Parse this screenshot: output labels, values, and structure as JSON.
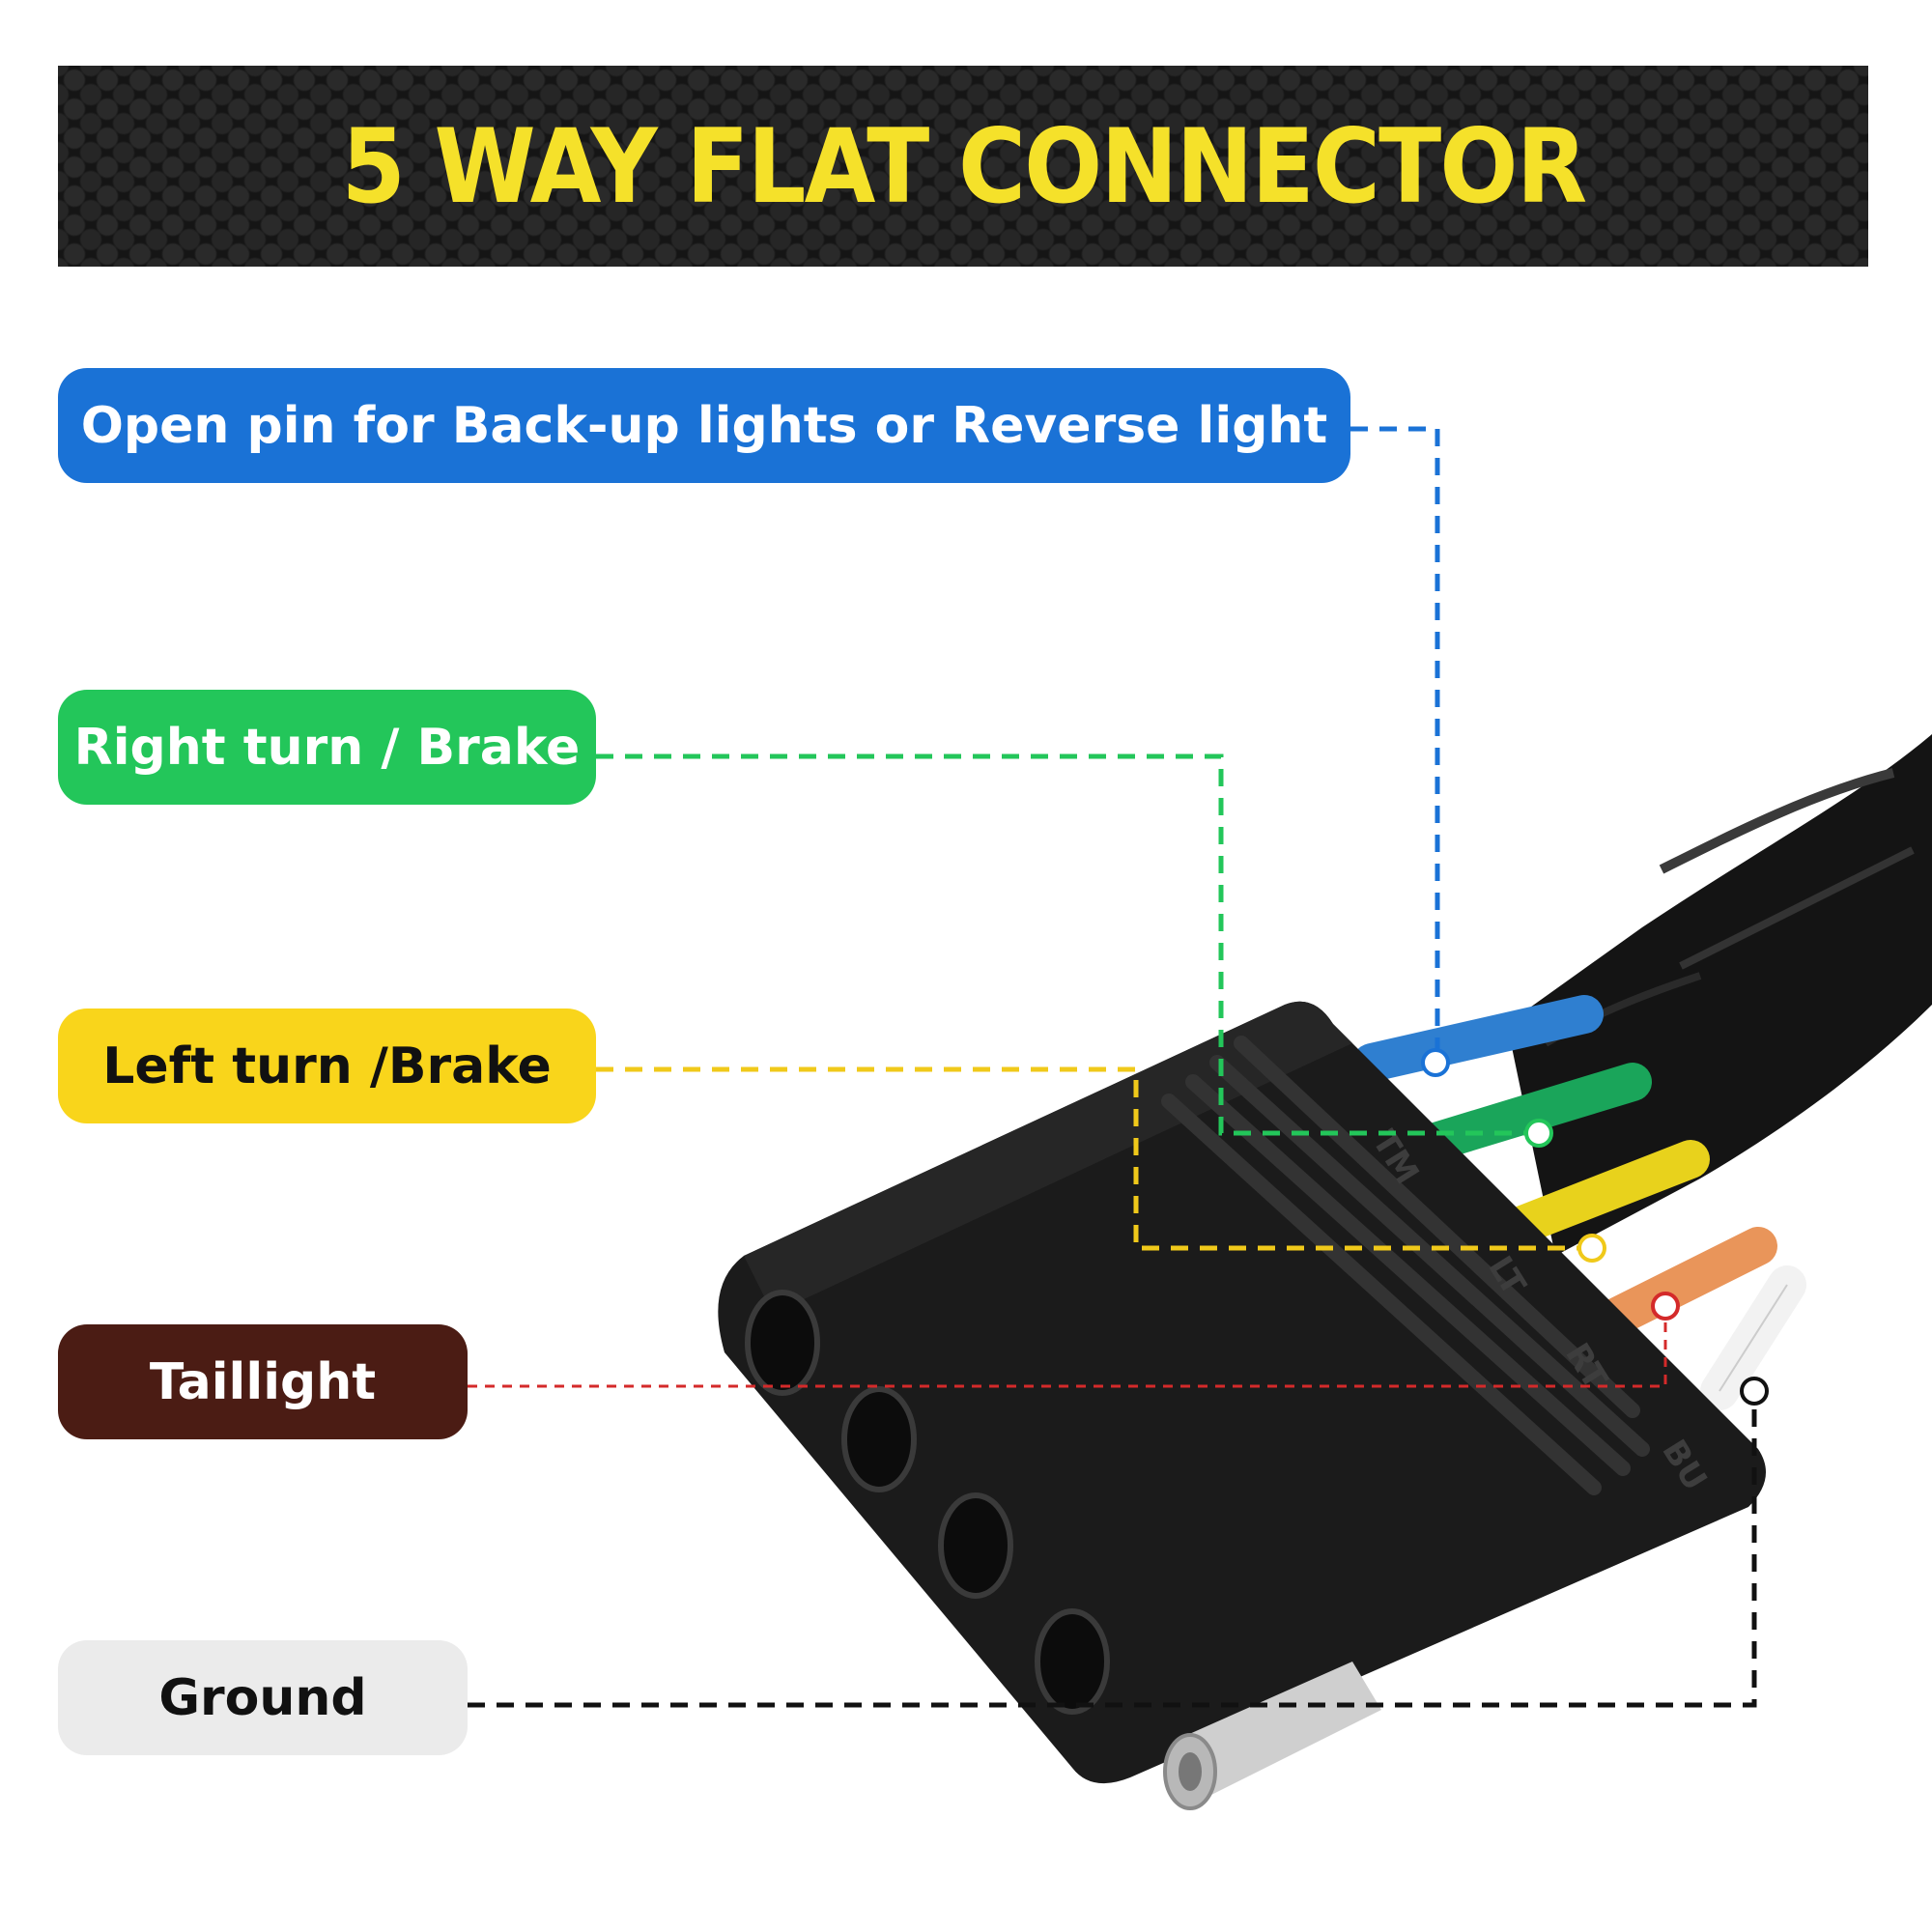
{
  "banner": {
    "title": "5 WAY FLAT CONNECTOR"
  },
  "labels": {
    "backup": "Open pin for Back-up lights or Reverse light",
    "right_turn": "Right turn / Brake",
    "left_turn": "Left turn /Brake",
    "taillight": "Taillight",
    "ground": "Ground"
  },
  "connector": {
    "pin_marks": [
      "TM",
      "LT",
      "RT",
      "BU"
    ]
  },
  "colors": {
    "backup": "#1a72d6",
    "right_turn": "#23c65a",
    "left_turn": "#f9d51b",
    "taillight": "#d42a2a",
    "ground": "#111111",
    "wire_blue": "#2f7fd0",
    "wire_green": "#1aa55a",
    "wire_yellow": "#e8d21c",
    "wire_orange": "#e9955a",
    "wire_white": "#f2f2f2"
  }
}
